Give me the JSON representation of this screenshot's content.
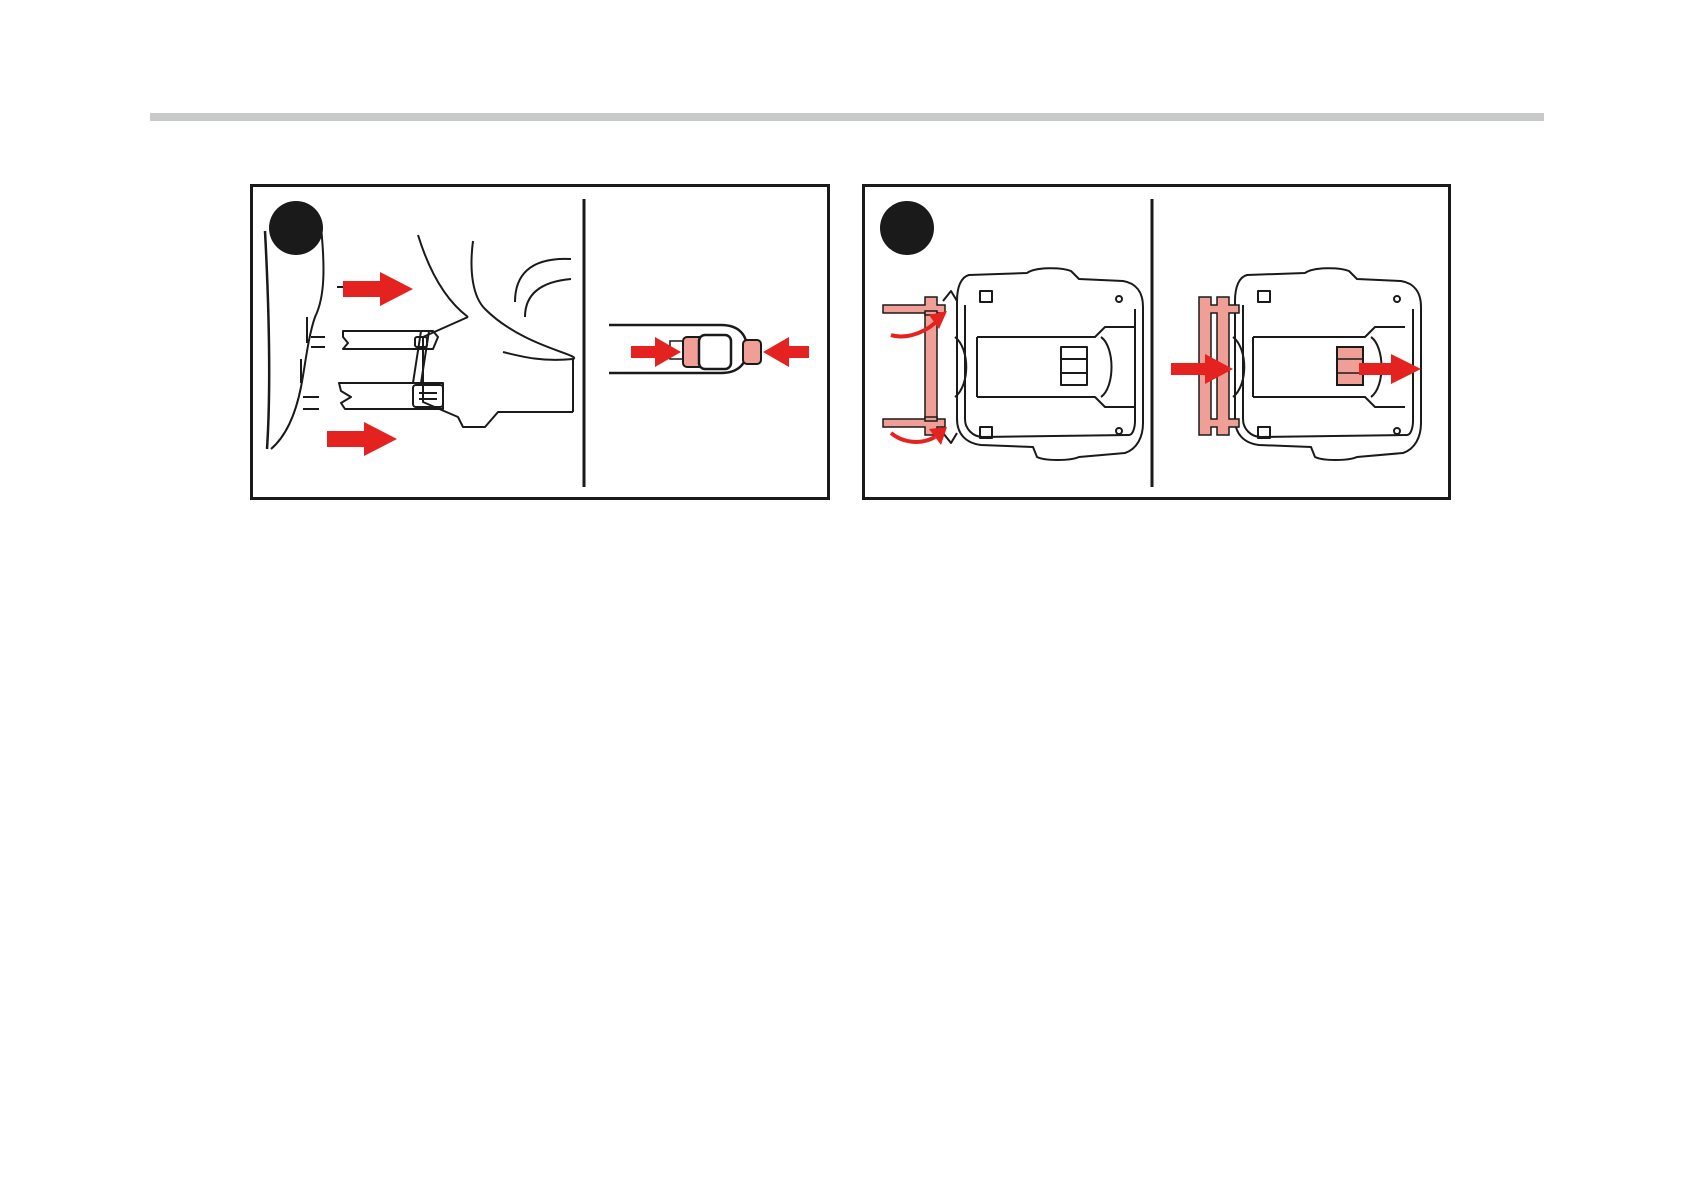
{
  "page": {
    "background": "#ffffff",
    "rule_color": "#c8c9c9"
  },
  "colors": {
    "outline": "#1a1a1a",
    "arrow": "#e42320",
    "highlight": "#ef9f95"
  },
  "figures": [
    {
      "step_label": "",
      "illustrations": [
        "isofix-connectors-extended",
        "connector-release-button-detail"
      ],
      "icons": [
        "arrow-right-icon",
        "arrow-left-icon"
      ]
    },
    {
      "step_label": "",
      "illustrations": [
        "base-underside-legs-folding",
        "base-underside-legs-locked"
      ],
      "icons": [
        "curved-arrow-icon",
        "arrow-right-icon"
      ]
    }
  ]
}
